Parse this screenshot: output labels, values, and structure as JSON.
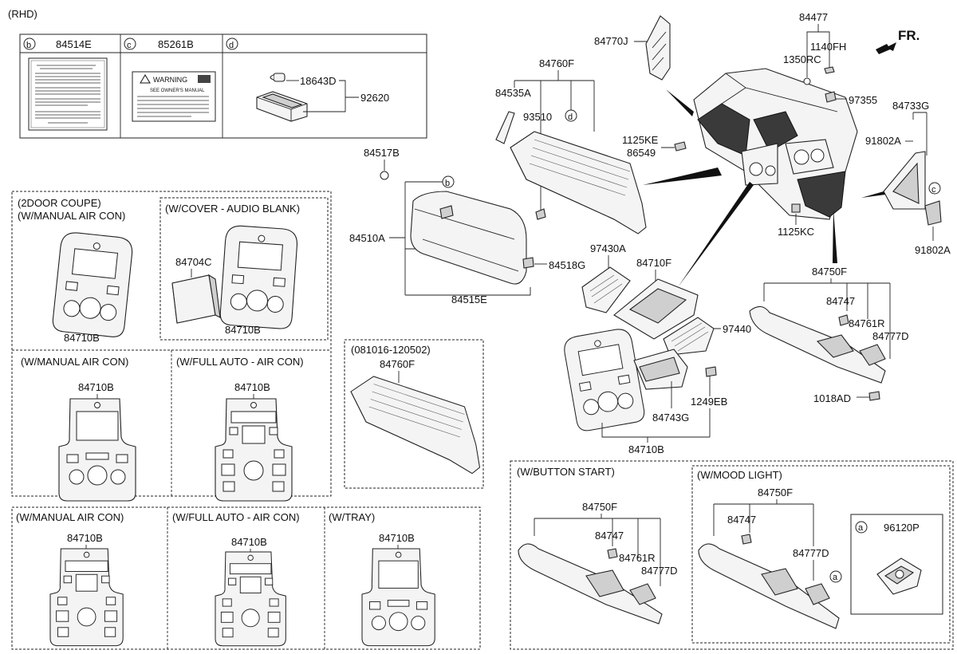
{
  "header": {
    "variant": "(RHD)",
    "direction": "FR."
  },
  "legend": [
    {
      "letter": "b",
      "part": "84514E"
    },
    {
      "letter": "c",
      "part": "85261B"
    },
    {
      "letter": "d",
      "part": ""
    }
  ],
  "legend_d_parts": [
    "18643D",
    "92620"
  ],
  "warning_label": {
    "title": "WARNING",
    "line": "SEE OWNER'S MANUAL"
  },
  "option_boxes": {
    "coupe": {
      "line1": "(2DOOR COUPE)",
      "line2": "(W/MANUAL AIR CON)",
      "part": "84710B"
    },
    "cover": {
      "title": "(W/COVER - AUDIO BLANK)",
      "part_a": "84704C",
      "part_b": "84710B"
    },
    "manual1": {
      "title": "(W/MANUAL AIR CON)",
      "part": "84710B"
    },
    "fullauto1": {
      "title": "(W/FULL AUTO - AIR CON)",
      "part": "84710B"
    },
    "manual2": {
      "title": "(W/MANUAL AIR CON)",
      "part": "84710B"
    },
    "fullauto2": {
      "title": "(W/FULL AUTO - AIR CON)",
      "part": "84710B"
    },
    "tray": {
      "title": "(W/TRAY)",
      "part": "84710B"
    },
    "date": {
      "title": "(081016-120502)",
      "part": "84760F"
    },
    "button_start": {
      "title": "(W/BUTTON START)",
      "p1": "84750F",
      "p2": "84747",
      "p3": "84761R",
      "p4": "84777D"
    },
    "mood_light": {
      "title": "(W/MOOD LIGHT)",
      "p1": "84750F",
      "p2": "84747",
      "p3": "84777D",
      "callout": "a"
    },
    "a_box": {
      "letter": "a",
      "part": "96120P"
    }
  },
  "callouts": {
    "b": "b",
    "c": "c",
    "d": "d"
  },
  "main_parts": {
    "p84770J": "84770J",
    "p84477": "84477",
    "p1140FH": "1140FH",
    "p1350RC": "1350RC",
    "p97355": "97355",
    "p84733G": "84733G",
    "p91802A_top": "91802A",
    "p91802A_bot": "91802A",
    "p84760F": "84760F",
    "p84535A": "84535A",
    "p93510": "93510",
    "p1125KE": "1125KE",
    "p86549": "86549",
    "p1125KC": "1125KC",
    "p84517B": "84517B",
    "p84510A": "84510A",
    "p84518G": "84518G",
    "p84515E": "84515E",
    "p97430A": "97430A",
    "p84710F": "84710F",
    "p97440": "97440",
    "p84750F": "84750F",
    "p84747": "84747",
    "p84761R": "84761R",
    "p84777D": "84777D",
    "p1018AD": "1018AD",
    "p1249EB": "1249EB",
    "p84743G": "84743G",
    "p84710B": "84710B"
  }
}
